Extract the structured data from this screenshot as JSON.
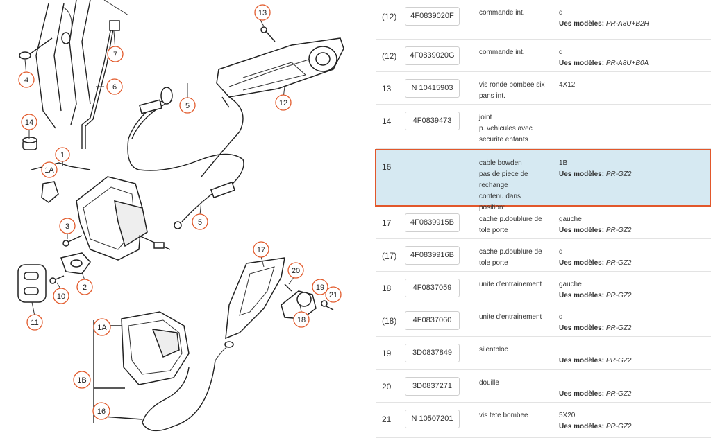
{
  "diagram": {
    "callouts": [
      "13",
      "7",
      "4",
      "6",
      "5",
      "12",
      "14",
      "1",
      "1A",
      "3",
      "5",
      "2",
      "11",
      "10",
      "17",
      "20",
      "19",
      "21",
      "18",
      "1A",
      "1B",
      "16"
    ]
  },
  "table": {
    "models_label": "Ues modèles:",
    "rows": [
      {
        "pos": "(12)",
        "ref": "4F0839020F",
        "desc": [
          "commande int."
        ],
        "info": "d",
        "models": "PR-A8U+B2H"
      },
      {
        "pos": "(12)",
        "ref": "4F0839020G",
        "desc": [
          "commande int."
        ],
        "info": "d",
        "models": "PR-A8U+B0A"
      },
      {
        "pos": "13",
        "ref": "N 10415903",
        "desc": [
          "vis ronde bombee six",
          "pans int."
        ],
        "info": "4X12",
        "models": ""
      },
      {
        "pos": "14",
        "ref": "4F0839473",
        "desc": [
          "joint",
          "p. vehicules avec",
          "securite enfants"
        ],
        "info": "",
        "models": ""
      },
      {
        "pos": "16",
        "ref": "",
        "desc": [
          "cable bowden",
          "pas de piece de",
          "rechange",
          "contenu dans position:"
        ],
        "info": "1B",
        "models": "PR-GZ2"
      },
      {
        "pos": "17",
        "ref": "4F0839915B",
        "desc": [
          "cache p.doublure de",
          "tole porte"
        ],
        "info": "gauche",
        "models": "PR-GZ2"
      },
      {
        "pos": "(17)",
        "ref": "4F0839916B",
        "desc": [
          "cache p.doublure de",
          "tole porte"
        ],
        "info": "d",
        "models": "PR-GZ2"
      },
      {
        "pos": "18",
        "ref": "4F0837059",
        "desc": [
          "unite d'entrainement"
        ],
        "info": "gauche",
        "models": "PR-GZ2"
      },
      {
        "pos": "(18)",
        "ref": "4F0837060",
        "desc": [
          "unite d'entrainement"
        ],
        "info": "d",
        "models": "PR-GZ2"
      },
      {
        "pos": "19",
        "ref": "3D0837849",
        "desc": [
          "silentbloc"
        ],
        "info": "",
        "models": "PR-GZ2"
      },
      {
        "pos": "20",
        "ref": "3D0837271",
        "desc": [
          "douille"
        ],
        "info": "",
        "models": "PR-GZ2"
      },
      {
        "pos": "21",
        "ref": "N 10507201",
        "desc": [
          "vis tete bombee"
        ],
        "info": "5X20",
        "models": "PR-GZ2"
      }
    ]
  }
}
